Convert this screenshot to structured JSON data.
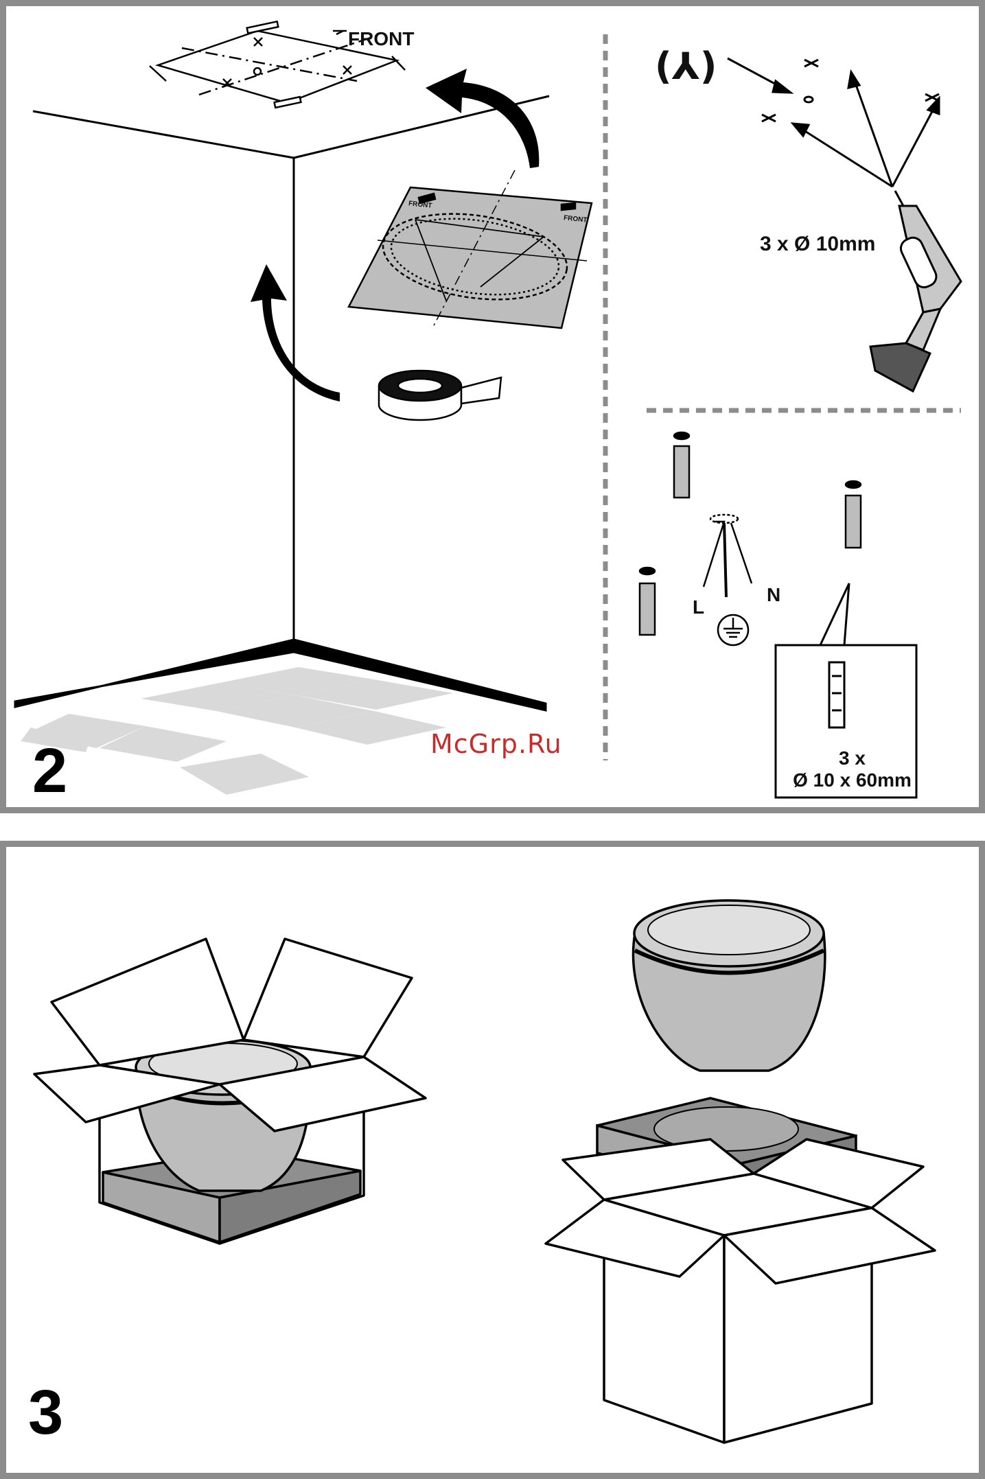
{
  "step2": {
    "number": "2",
    "front_label": "FRONT",
    "template_front_left": "FRONT",
    "template_front_right": "FRONT",
    "screw_symbol": "(⅄)",
    "drill_spec": "3 x Ø 10mm",
    "wire_live": "L",
    "wire_neutral": "N",
    "dowel_qty": "3 x",
    "dowel_spec": "Ø 10 x 60mm"
  },
  "step3": {
    "number": "3"
  },
  "watermark": "McGrp.Ru",
  "colors": {
    "frame": "#8c8c8c",
    "hood_body": "#bdbdbd",
    "pad": "#8f8f8f",
    "tile": "#d9d9d9",
    "watermark": "#c92b2b"
  }
}
